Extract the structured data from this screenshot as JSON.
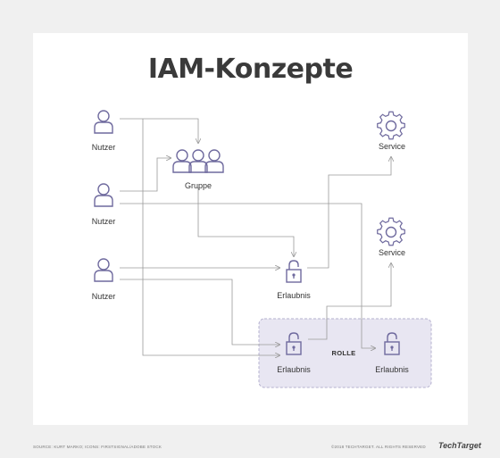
{
  "title": "IAM-Konzepte",
  "nodes": {
    "user1": "Nutzer",
    "user2": "Nutzer",
    "user3": "Nutzer",
    "group": "Gruppe",
    "service1": "Service",
    "service2": "Service",
    "perm_middle": "Erlaubnis",
    "perm_role_left": "Erlaubnis",
    "perm_role_right": "Erlaubnis",
    "role": "ROLLE"
  },
  "footer": {
    "source": "SOURCE: KURT MARKO; ICONS: FIRSTSIGNAL/ADOBE STOCK",
    "copyright": "©2018 TECHTARGET. ALL RIGHTS RESERVED",
    "logo": "TechTarget"
  },
  "colors": {
    "icon": "#6f6a9e",
    "line": "#9a9a9a",
    "role_box_fill": "#e8e6f2",
    "role_box_border": "#b5b1cf",
    "title": "#3a3a3a"
  }
}
